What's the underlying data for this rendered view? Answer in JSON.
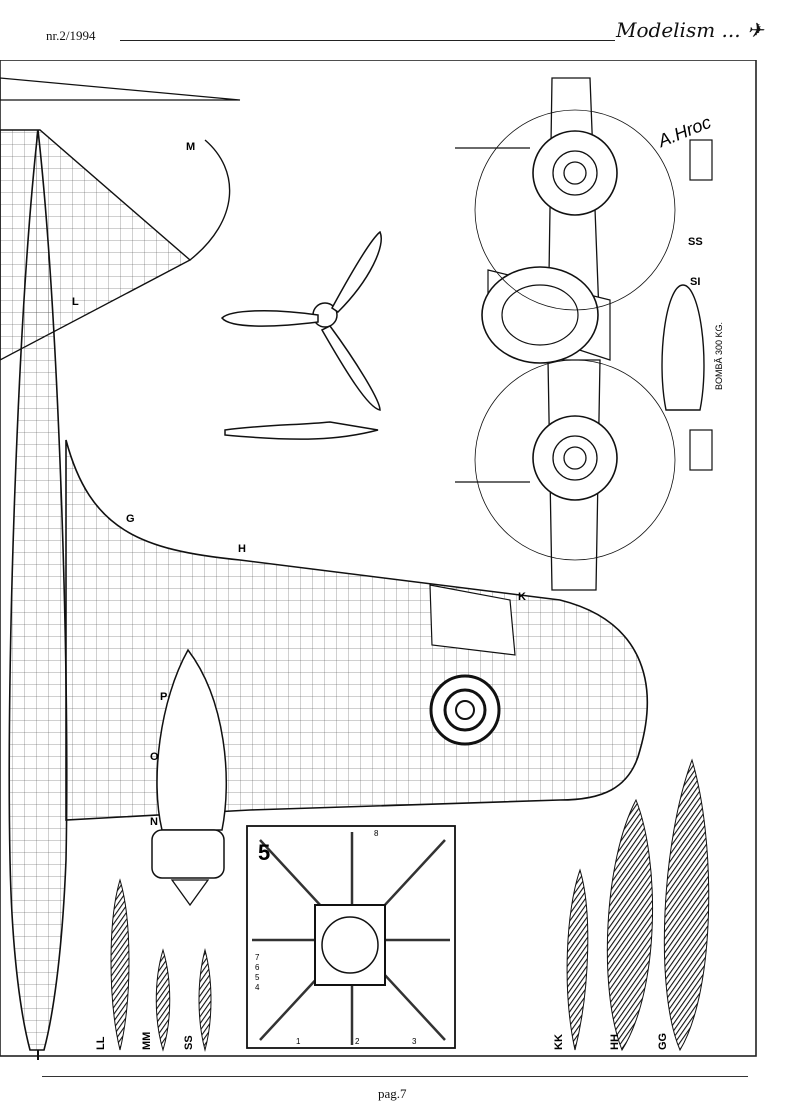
{
  "header": {
    "issue": "nr.2/1994",
    "magazine": "Modelism ..."
  },
  "drawing": {
    "signature": "A.Hroc",
    "bomb_label": "BOMBĂ 300 KG.",
    "section_letters": [
      "G",
      "H",
      "K",
      "L",
      "M",
      "N",
      "O",
      "P",
      "SI",
      "SS"
    ],
    "section_labels": [
      "LL",
      "MM",
      "SS",
      "KK",
      "HH",
      "GG"
    ],
    "inset_number": "5",
    "inset_callouts": [
      "1",
      "2",
      "3",
      "4",
      "5",
      "6",
      "7",
      "8"
    ]
  },
  "footer": {
    "page": "pag.7"
  },
  "colors": {
    "ink": "#111111",
    "paper": "#ffffff"
  }
}
